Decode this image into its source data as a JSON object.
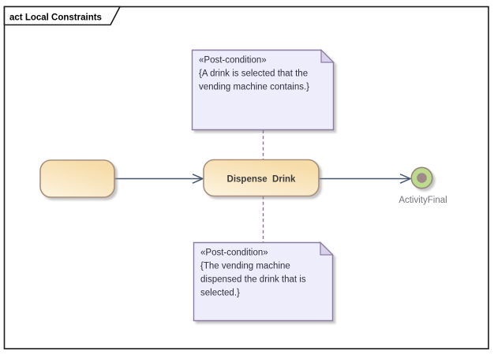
{
  "frame": {
    "title": "act Local Constraints"
  },
  "nodes": {
    "unnamed_action": {
      "label": ""
    },
    "dispense_action": {
      "label": "Dispense  Drink"
    },
    "activity_final": {
      "label": "ActivityFinal"
    }
  },
  "notes": {
    "top": {
      "stereotype": "«Post-condition»",
      "lines": [
        "{A drink is selected that the",
        "vending machine contains.}"
      ]
    },
    "bottom": {
      "stereotype": "«Post-condition»",
      "lines": [
        "{The vending machine",
        "dispensed the drink that is",
        "selected.}"
      ]
    }
  },
  "colors": {
    "background": "#FFFFFF",
    "frame_border": "#1B1B1B",
    "action_fill_light": "#FDF4E1",
    "action_fill_dark": "#F6DCA8",
    "action_border": "#A98F7C",
    "note_fill": "#EDEDFB",
    "note_fold": "#D8D2EC",
    "note_border": "#8D7BA2",
    "edge": "#47576F",
    "note_link": "#8F6D8F",
    "final_fill": "#BCDB8C",
    "final_inner": "#9E8B89",
    "final_border": "#97867E"
  }
}
